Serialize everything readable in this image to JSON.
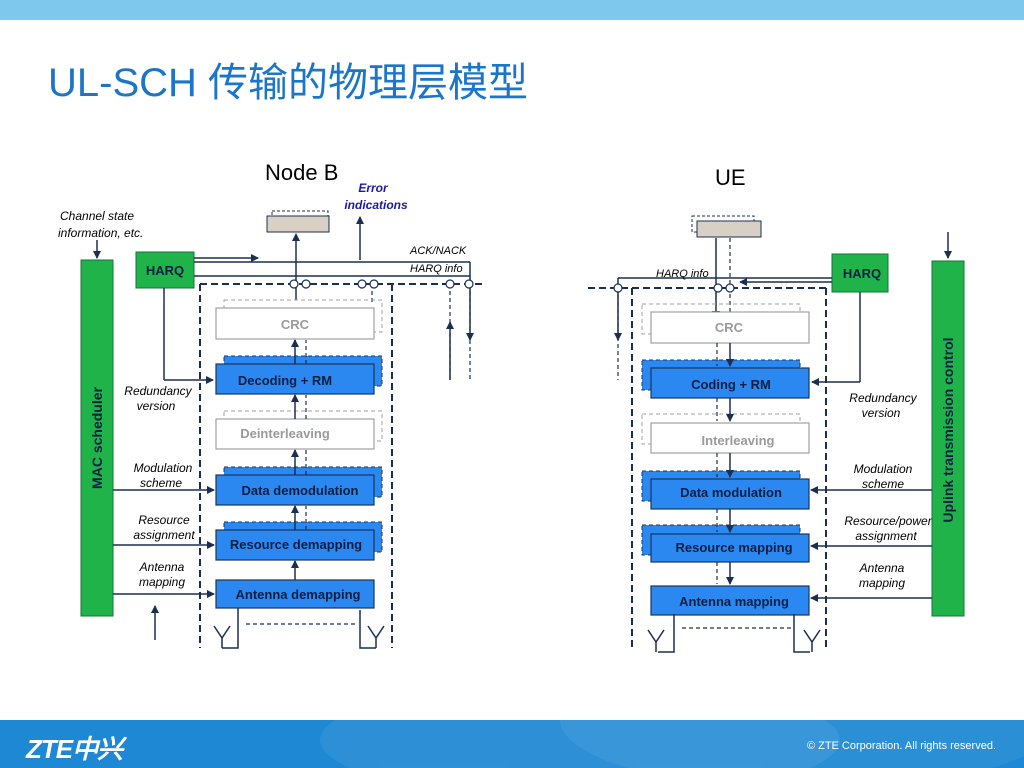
{
  "title": "UL-SCH 传输的物理层模型",
  "node_b": {
    "heading": "Node B",
    "error_indications": [
      "Error",
      "indications"
    ],
    "channel_state": [
      "Channel state",
      "information, etc."
    ],
    "ack_nack": "ACK/NACK",
    "harq_info": "HARQ info",
    "harq": "HARQ",
    "mac_scheduler": "MAC scheduler",
    "blocks": {
      "crc": "CRC",
      "decoding": "Decoding + RM",
      "deinterleaving": "Deinterleaving",
      "demodulation": "Data demodulation",
      "resource_demapping": "Resource demapping",
      "antenna_demapping": "Antenna demapping"
    },
    "side_labels": {
      "redundancy": [
        "Redundancy",
        "version"
      ],
      "modulation": [
        "Modulation",
        "scheme"
      ],
      "resource": [
        "Resource",
        "assignment"
      ],
      "antenna": [
        "Antenna",
        "mapping"
      ]
    }
  },
  "ue": {
    "heading": "UE",
    "harq_info": "HARQ info",
    "harq": "HARQ",
    "uplink_control": "Uplink transmission control",
    "blocks": {
      "crc": "CRC",
      "coding": "Coding + RM",
      "interleaving": "Interleaving",
      "modulation": "Data modulation",
      "resource_mapping": "Resource mapping",
      "antenna_mapping": "Antenna mapping"
    },
    "side_labels": {
      "redundancy": [
        "Redundancy",
        "version"
      ],
      "modulation": [
        "Modulation",
        "scheme"
      ],
      "resource": [
        "Resource/power",
        "assignment"
      ],
      "antenna": [
        "Antenna",
        "mapping"
      ]
    }
  },
  "footer": {
    "logo": "ZTE中兴",
    "copyright": "© ZTE Corporation. All rights reserved."
  },
  "colors": {
    "title": "#1b75c8",
    "block_blue": "#2b88f0",
    "green": "#1fb34a",
    "top_bar": "#7ec8ee",
    "footer": "#1e88d4"
  }
}
